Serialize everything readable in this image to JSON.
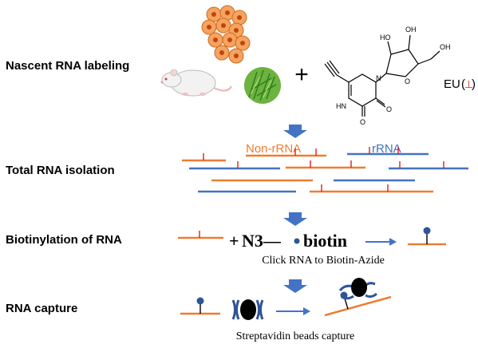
{
  "steps": {
    "labeling": "Nascent RNA labeling",
    "isolation": "Total RNA isolation",
    "biotinylation": "Biotinylation of RNA",
    "capture": "RNA capture"
  },
  "labeling": {
    "plus": "+",
    "eu_label": "EU",
    "eu_paren_open": "(",
    "eu_symbol": "⊥",
    "eu_paren_close": ")",
    "mol": {
      "oh1": "HO",
      "oh2": "OH",
      "oh3": "OH",
      "nh": "HN",
      "o1": "O",
      "o2": "O",
      "o3": "O",
      "n": "N"
    }
  },
  "isolation": {
    "non_rrna_label": "Non-rRNA",
    "rrna_label": "rRNA"
  },
  "biotinylation": {
    "plus": "+",
    "n3": "N3—",
    "biotin": "biotin",
    "caption": "Click RNA to Biotin-Azide"
  },
  "capture": {
    "caption": "Streptavidin beads capture"
  },
  "colors": {
    "non_rrna": "#ed7d31",
    "rrna": "#4472c4",
    "eu_mark": "#e0201c",
    "arrow": "#4472c4",
    "bead": "#000000",
    "streptavidin": "#2f5597",
    "biotin_ball": "#2f5597",
    "cell": "#f4a460",
    "grass": "#5aa02c"
  },
  "icons": [
    "cell-cluster-icon",
    "rat-icon",
    "grass-icon",
    "down-arrow-icon",
    "right-arrow-icon",
    "streptavidin-bead-icon"
  ]
}
